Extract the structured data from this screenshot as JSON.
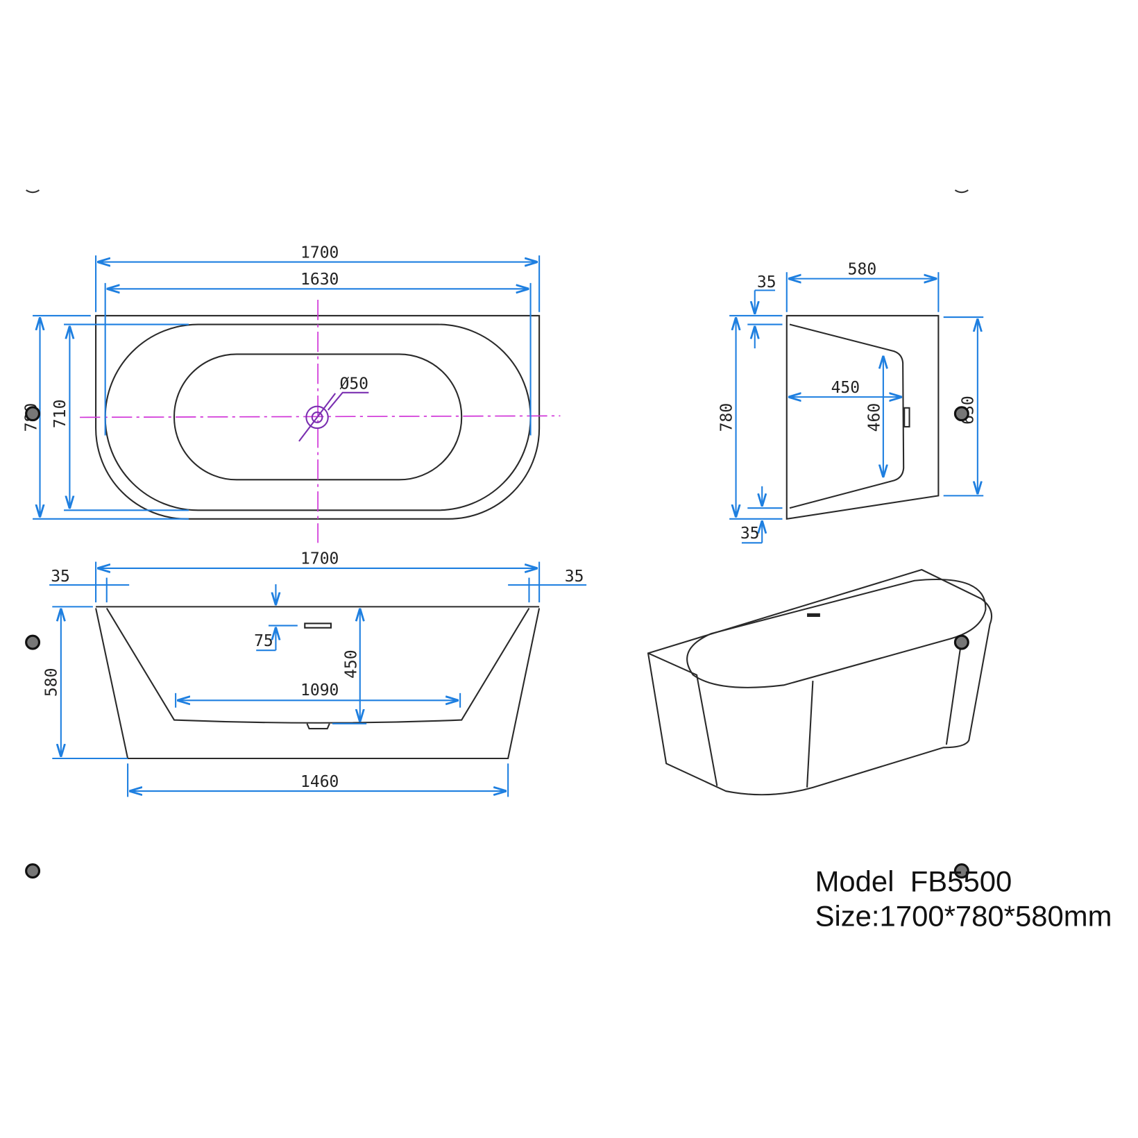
{
  "top_view": {
    "overall_length": "1700",
    "inner_length": "1630",
    "overall_width": "780",
    "inner_width": "710",
    "drain": "Ø50"
  },
  "front_view": {
    "overall_length": "1700",
    "rim_left": "35",
    "rim_right": "35",
    "overflow_offset": "75",
    "inner_depth": "450",
    "bottom_inner_length": "1090",
    "height": "580",
    "base_length": "1460"
  },
  "end_view": {
    "rim_top": "35",
    "width": "580",
    "inner_width": "450",
    "inner_depth": "460",
    "overall_width": "780",
    "back_height": "630",
    "rim_bottom": "35"
  },
  "title": {
    "model": "Model  FB5500",
    "size": "Size:1700*780*580mm"
  },
  "colors": {
    "dimension": "#1e7fe0",
    "centerline": "#d033d8",
    "outline": "#2a2a2a"
  }
}
